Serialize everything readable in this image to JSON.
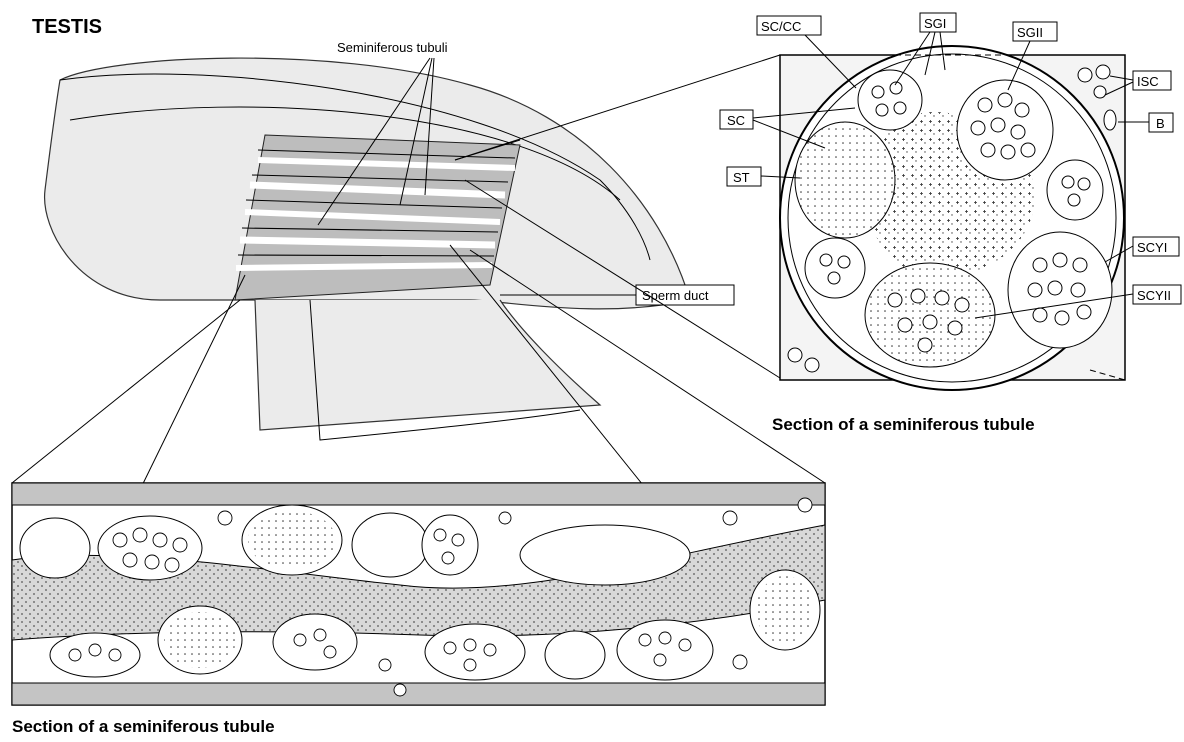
{
  "title": "TESTIS",
  "labels": {
    "seminiferous_tubuli": "Seminiferous tubuli",
    "sperm_duct": "Sperm duct",
    "sc_cc": "SC/CC",
    "sgi": "SGI",
    "sgii": "SGII",
    "isc": "ISC",
    "sc": "SC",
    "b": "B",
    "st": "ST",
    "scyi": "SCYI",
    "scyii": "SCYII"
  },
  "captions": {
    "cross_section": "Section of a seminiferous tubule",
    "longitudinal_section": "Section of a seminiferous tubule"
  }
}
